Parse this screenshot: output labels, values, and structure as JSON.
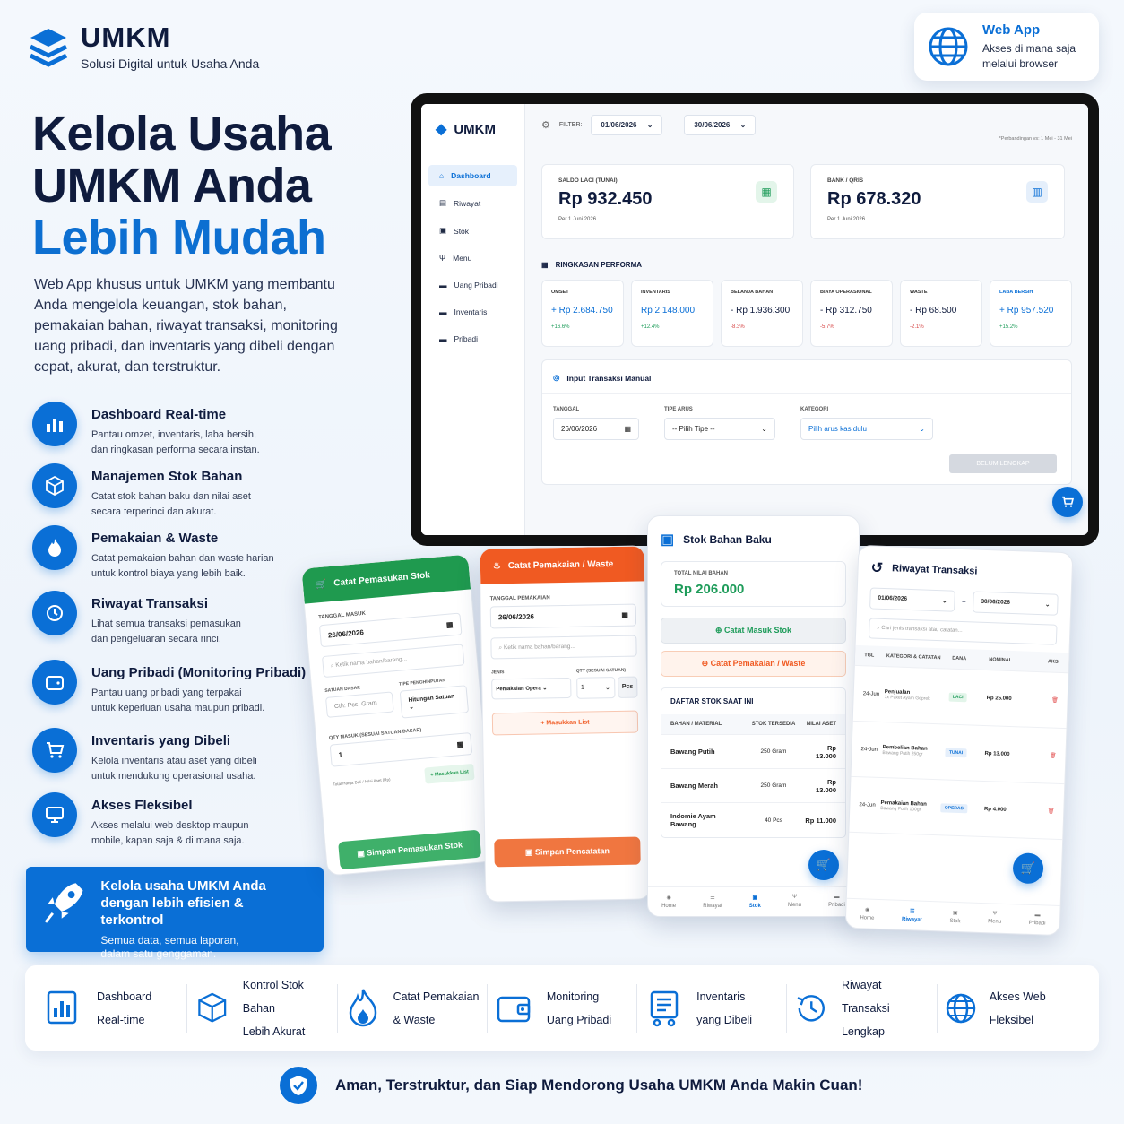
{
  "brand": {
    "title": "UMKM",
    "subtitle": "Solusi Digital untuk Usaha Anda"
  },
  "hero": {
    "line1": "Kelola Usaha",
    "line2": "UMKM Anda",
    "line3": "Lebih Mudah"
  },
  "description": "Web App khusus untuk UMKM yang membantu Anda mengelola keuangan, stok bahan, pemakaian bahan, riwayat transaksi, monitoring uang pribadi, dan inventaris yang dibeli dengan cepat, akurat, dan terstruktur.",
  "webapp": {
    "title": "Web App",
    "subtitle": "Akses di mana saja\nmelalui browser"
  },
  "features": [
    {
      "title": "Dashboard Real-time",
      "desc": "Pantau omzet, inventaris, laba bersih,\ndan ringkasan performa secara instan."
    },
    {
      "title": "Manajemen Stok Bahan",
      "desc": "Catat stok bahan baku dan nilai aset\nsecara terperinci dan akurat."
    },
    {
      "title": "Pemakaian & Waste",
      "desc": "Catat pemakaian bahan dan waste harian\nuntuk kontrol biaya yang lebih baik."
    },
    {
      "title": "Riwayat Transaksi",
      "desc": "Lihat semua transaksi pemasukan\ndan pengeluaran secara rinci."
    },
    {
      "title": "Uang Pribadi (Monitoring Pribadi)",
      "desc": "Pantau uang pribadi yang terpakai\nuntuk keperluan usaha maupun pribadi."
    },
    {
      "title": "Inventaris yang Dibeli",
      "desc": "Kelola inventaris atau aset yang dibeli\nuntuk mendukung operasional usaha."
    },
    {
      "title": "Akses Fleksibel",
      "desc": "Akses melalui web desktop maupun\nmobile, kapan saja & di mana saja."
    }
  ],
  "cta": {
    "title": "Kelola usaha UMKM Anda\ndengan lebih efisien & terkontrol",
    "subtitle": "Semua data, semua laporan,\ndalam satu genggaman."
  },
  "dashboard": {
    "brand": "UMKM",
    "nav": [
      "Dashboard",
      "Riwayat",
      "Stok",
      "Menu",
      "Uang Pribadi",
      "Inventaris",
      "Pribadi"
    ],
    "filter_label": "FILTER:",
    "date_from": "01/06/2026",
    "date_sep": "–",
    "date_to": "30/06/2026",
    "compare_note": "*Perbandingan vs: 1 Mei - 31 Mei",
    "saldo": {
      "label": "SALDO LACI (TUNAI)",
      "value": "Rp 932.450",
      "sub": "Per 1 Juni 2026"
    },
    "bank": {
      "label": "BANK / QRIS",
      "value": "Rp 678.320",
      "sub": "Per 1 Juni 2026"
    },
    "perf_title": "RINGKASAN PERFORMA",
    "perf": [
      {
        "label": "OMSET",
        "value": "+ Rp 2.684.750",
        "change": "+16.6%"
      },
      {
        "label": "INVENTARIS",
        "value": "Rp 2.148.000",
        "change": "+12.4%"
      },
      {
        "label": "BELANJA BAHAN",
        "value": "- Rp 1.936.300",
        "change": "-8.3%"
      },
      {
        "label": "BIAYA OPERASIONAL",
        "value": "- Rp 312.750",
        "change": "-5.7%"
      },
      {
        "label": "WASTE",
        "value": "- Rp 68.500",
        "change": "-2.1%"
      },
      {
        "label": "LABA BERSIH",
        "value": "+ Rp 957.520",
        "change": "+15.2%"
      }
    ],
    "input_title": "Input Transaksi Manual",
    "tanggal_label": "TANGGAL",
    "tanggal": "26/06/2026",
    "tipe_label": "TIPE ARUS",
    "tipe": "-- Pilih Tipe --",
    "kategori_label": "KATEGORI",
    "kategori": "Pilih arus kas dulu",
    "submit": "BELUM LENGKAP"
  },
  "phone1": {
    "title": "Catat Pemasukan Stok",
    "tanggal_label": "TANGGAL MASUK",
    "tanggal": "26/06/2026",
    "search": "Ketik nama bahan/barang...",
    "satuan_label": "SATUAN DASAR",
    "satuan": "Cth: Pcs, Gram",
    "tipe_label": "TIPE PENGHINPUTAN",
    "tipe": "Hitungan Satuan",
    "qty_label": "QTY MASUK (SESUAI SATUAN DASAR)",
    "qty": "1",
    "total_label": "Total Harga Beli / Nilai Aset (Rp)",
    "add": "+ Masukkan List",
    "save": "Simpan Pemasukan Stok"
  },
  "phone2": {
    "title": "Catat Pemakaian / Waste",
    "tanggal_label": "TANGGAL PEMAKAIAN",
    "tanggal": "26/06/2026",
    "search": "Ketik nama bahan/barang...",
    "jenis_label": "JENIS",
    "jenis": "Pemakaian Opera",
    "qty_label": "QTY (SESUAI SATUAN)",
    "qty": "1",
    "unit": "Pcs",
    "add": "Masukkan List",
    "save": "Simpan Pencatatan"
  },
  "phone3": {
    "title": "Stok Bahan Baku",
    "total_label": "TOTAL NILAI BAHAN",
    "total": "Rp 206.000",
    "btn_in": "Catat Masuk Stok",
    "btn_out": "Catat Pemakaian / Waste",
    "list_title": "DAFTAR STOK SAAT INI",
    "headers": [
      "BAHAN / MATERIAL",
      "STOK TERSEDIA",
      "NILAI ASET"
    ],
    "rows": [
      {
        "name": "Bawang Putih",
        "stock": "250 Gram",
        "value": "Rp 13.000"
      },
      {
        "name": "Bawang Merah",
        "stock": "250 Gram",
        "value": "Rp 13.000"
      },
      {
        "name": "Indomie Ayam Bawang",
        "stock": "40 Pcs",
        "value": "Rp 11.000"
      }
    ],
    "nav": [
      "Home",
      "Riwayat",
      "Stok",
      "Menu",
      "Pribadi"
    ]
  },
  "phone4": {
    "title": "Riwayat Transaksi",
    "from": "01/06/2026",
    "sep": "–",
    "to": "30/06/2026",
    "search": "Cari jenis transaksi atau catatan...",
    "headers": [
      "TGL",
      "KATEGORI & CATATAN",
      "DANA",
      "NOMINAL",
      "AKSI"
    ],
    "rows": [
      {
        "date": "24-Jun",
        "cat": "Penjualan",
        "note": "1x Paket Ayam Geprek",
        "fund": "LACI",
        "amount": "Rp 25.000"
      },
      {
        "date": "24-Jun",
        "cat": "Pembelian Bahan",
        "note": "Bawang Putih 250gr",
        "fund": "TUNAI",
        "amount": "Rp 13.000"
      },
      {
        "date": "24-Jun",
        "cat": "Pemakaian Bahan",
        "note": "Bawang Putih 100gr",
        "fund": "OPERAS",
        "amount": "Rp 4.000"
      }
    ],
    "nav": [
      "Home",
      "Riwayat",
      "Stok",
      "Menu",
      "Pribadi"
    ]
  },
  "bottom": [
    {
      "text": "Dashboard\nReal-time",
      "icon": "chart-icon"
    },
    {
      "text": "Kontrol Stok Bahan\nLebih Akurat",
      "icon": "box-icon"
    },
    {
      "text": "Catat Pemakaian\n& Waste",
      "icon": "flame-icon"
    },
    {
      "text": "Monitoring\nUang Pribadi",
      "icon": "wallet-icon"
    },
    {
      "text": "Inventaris\nyang Dibeli",
      "icon": "cart-icon"
    },
    {
      "text": "Riwayat Transaksi\nLengkap",
      "icon": "history-icon"
    },
    {
      "text": "Akses Web\nFleksibel",
      "icon": "globe-icon"
    }
  ],
  "footer": "Aman, Terstruktur, dan Siap Mendorong Usaha UMKM Anda Makin Cuan!",
  "colors": {
    "primary": "#0a6fd6",
    "dark": "#0f1b3d",
    "green": "#3fb06a",
    "orange": "#f07640"
  }
}
